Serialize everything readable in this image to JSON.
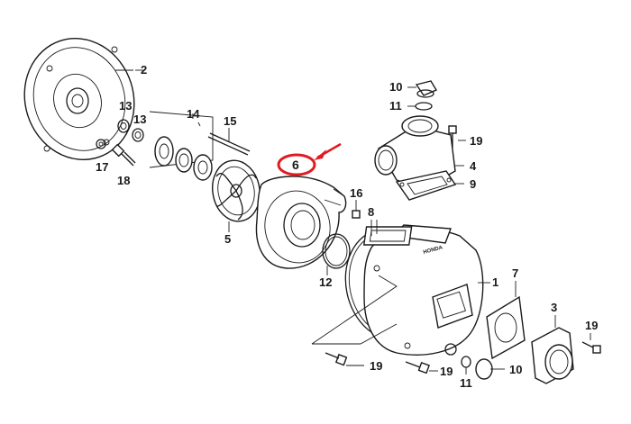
{
  "callouts": [
    {
      "id": "c1",
      "text": "1"
    },
    {
      "id": "c2",
      "text": "2"
    },
    {
      "id": "c3",
      "text": "3"
    },
    {
      "id": "c4",
      "text": "4"
    },
    {
      "id": "c5",
      "text": "5"
    },
    {
      "id": "c6",
      "text": "6"
    },
    {
      "id": "c7",
      "text": "7"
    },
    {
      "id": "c8",
      "text": "8"
    },
    {
      "id": "c9",
      "text": "9"
    },
    {
      "id": "c10a",
      "text": "10"
    },
    {
      "id": "c10b",
      "text": "10"
    },
    {
      "id": "c11a",
      "text": "11"
    },
    {
      "id": "c11b",
      "text": "11"
    },
    {
      "id": "c12",
      "text": "12"
    },
    {
      "id": "c13a",
      "text": "13"
    },
    {
      "id": "c13b",
      "text": "13"
    },
    {
      "id": "c14",
      "text": "14"
    },
    {
      "id": "c15",
      "text": "15"
    },
    {
      "id": "c16",
      "text": "16"
    },
    {
      "id": "c17",
      "text": "17"
    },
    {
      "id": "c18",
      "text": "18"
    },
    {
      "id": "c19a",
      "text": "19"
    },
    {
      "id": "c19b",
      "text": "19"
    },
    {
      "id": "c19c",
      "text": "19"
    },
    {
      "id": "c19d",
      "text": "19"
    }
  ],
  "highlight": {
    "part": "6",
    "color": "#e11b22"
  },
  "colors": {
    "line": "#1a1a1a",
    "highlight": "#e11b22",
    "background": "#ffffff"
  }
}
